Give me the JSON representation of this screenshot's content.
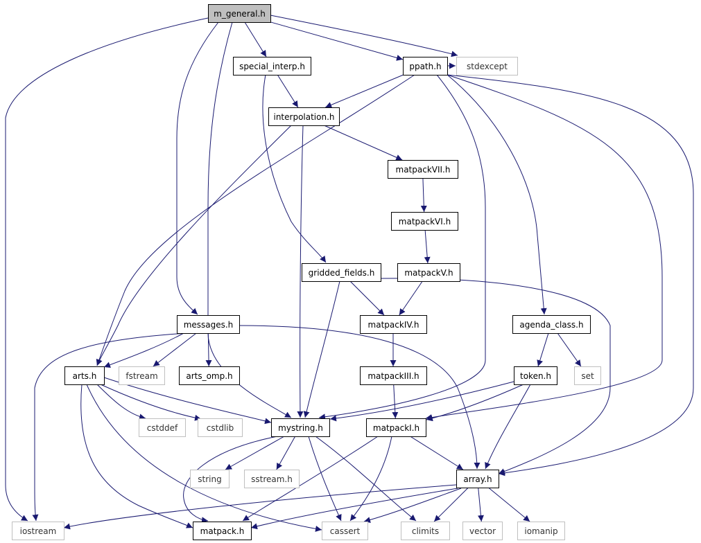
{
  "colors": {
    "edge": "#191970",
    "root_fill": "#bfbfbf",
    "local_stroke": "#000000",
    "system_stroke": "#bfbfbf",
    "local_text": "#000000",
    "system_text": "#333333"
  },
  "graph": {
    "nodes": [
      {
        "id": "m_general",
        "label": "m_general.h",
        "kind": "root"
      },
      {
        "id": "special_interp",
        "label": "special_interp.h",
        "kind": "local"
      },
      {
        "id": "ppath",
        "label": "ppath.h",
        "kind": "local"
      },
      {
        "id": "stdexcept",
        "label": "stdexcept",
        "kind": "system"
      },
      {
        "id": "interpolation",
        "label": "interpolation.h",
        "kind": "local"
      },
      {
        "id": "matpackVII",
        "label": "matpackVII.h",
        "kind": "local"
      },
      {
        "id": "matpackVI",
        "label": "matpackVI.h",
        "kind": "local"
      },
      {
        "id": "matpackV",
        "label": "matpackV.h",
        "kind": "local"
      },
      {
        "id": "gridded_fields",
        "label": "gridded_fields.h",
        "kind": "local"
      },
      {
        "id": "messages",
        "label": "messages.h",
        "kind": "local"
      },
      {
        "id": "matpackIV",
        "label": "matpackIV.h",
        "kind": "local"
      },
      {
        "id": "agenda_class",
        "label": "agenda_class.h",
        "kind": "local"
      },
      {
        "id": "arts",
        "label": "arts.h",
        "kind": "local"
      },
      {
        "id": "fstream",
        "label": "fstream",
        "kind": "system"
      },
      {
        "id": "arts_omp",
        "label": "arts_omp.h",
        "kind": "local"
      },
      {
        "id": "matpackIII",
        "label": "matpackIII.h",
        "kind": "local"
      },
      {
        "id": "token",
        "label": "token.h",
        "kind": "local"
      },
      {
        "id": "set",
        "label": "set",
        "kind": "system"
      },
      {
        "id": "cstddef",
        "label": "cstddef",
        "kind": "system"
      },
      {
        "id": "cstdlib",
        "label": "cstdlib",
        "kind": "system"
      },
      {
        "id": "mystring",
        "label": "mystring.h",
        "kind": "local"
      },
      {
        "id": "matpackI",
        "label": "matpackI.h",
        "kind": "local"
      },
      {
        "id": "string",
        "label": "string",
        "kind": "system"
      },
      {
        "id": "sstream",
        "label": "sstream.h",
        "kind": "system"
      },
      {
        "id": "array",
        "label": "array.h",
        "kind": "local"
      },
      {
        "id": "iostream",
        "label": "iostream",
        "kind": "system"
      },
      {
        "id": "matpack",
        "label": "matpack.h",
        "kind": "local"
      },
      {
        "id": "cassert",
        "label": "cassert",
        "kind": "system"
      },
      {
        "id": "climits",
        "label": "climits",
        "kind": "system"
      },
      {
        "id": "vector",
        "label": "vector",
        "kind": "system"
      },
      {
        "id": "iomanip",
        "label": "iomanip",
        "kind": "system"
      }
    ],
    "edges": [
      {
        "from": "m_general",
        "to": "special_interp"
      },
      {
        "from": "m_general",
        "to": "ppath"
      },
      {
        "from": "m_general",
        "to": "stdexcept"
      },
      {
        "from": "m_general",
        "to": "messages"
      },
      {
        "from": "m_general",
        "to": "mystring"
      },
      {
        "from": "m_general",
        "to": "iostream"
      },
      {
        "from": "special_interp",
        "to": "interpolation"
      },
      {
        "from": "special_interp",
        "to": "gridded_fields"
      },
      {
        "from": "ppath",
        "to": "interpolation"
      },
      {
        "from": "ppath",
        "to": "stdexcept"
      },
      {
        "from": "ppath",
        "to": "agenda_class"
      },
      {
        "from": "ppath",
        "to": "arts"
      },
      {
        "from": "ppath",
        "to": "mystring"
      },
      {
        "from": "ppath",
        "to": "matpackI"
      },
      {
        "from": "ppath",
        "to": "array"
      },
      {
        "from": "interpolation",
        "to": "matpackVII"
      },
      {
        "from": "interpolation",
        "to": "arts"
      },
      {
        "from": "interpolation",
        "to": "mystring"
      },
      {
        "from": "matpackVII",
        "to": "matpackVI"
      },
      {
        "from": "matpackVI",
        "to": "matpackV"
      },
      {
        "from": "matpackV",
        "to": "matpackIV"
      },
      {
        "from": "gridded_fields",
        "to": "matpackIV"
      },
      {
        "from": "gridded_fields",
        "to": "mystring"
      },
      {
        "from": "gridded_fields",
        "to": "array"
      },
      {
        "from": "matpackIV",
        "to": "matpackIII"
      },
      {
        "from": "matpackIII",
        "to": "matpackI"
      },
      {
        "from": "messages",
        "to": "arts"
      },
      {
        "from": "messages",
        "to": "fstream"
      },
      {
        "from": "messages",
        "to": "arts_omp"
      },
      {
        "from": "messages",
        "to": "iostream"
      },
      {
        "from": "messages",
        "to": "array"
      },
      {
        "from": "agenda_class",
        "to": "token"
      },
      {
        "from": "agenda_class",
        "to": "set"
      },
      {
        "from": "token",
        "to": "mystring"
      },
      {
        "from": "token",
        "to": "matpackI"
      },
      {
        "from": "token",
        "to": "array"
      },
      {
        "from": "arts",
        "to": "cstddef"
      },
      {
        "from": "arts",
        "to": "cstdlib"
      },
      {
        "from": "arts",
        "to": "mystring"
      },
      {
        "from": "arts",
        "to": "matpack"
      },
      {
        "from": "arts",
        "to": "cassert"
      },
      {
        "from": "mystring",
        "to": "string"
      },
      {
        "from": "mystring",
        "to": "sstream"
      },
      {
        "from": "mystring",
        "to": "matpack"
      },
      {
        "from": "mystring",
        "to": "cassert"
      },
      {
        "from": "mystring",
        "to": "climits"
      },
      {
        "from": "matpackI",
        "to": "array"
      },
      {
        "from": "matpackI",
        "to": "matpack"
      },
      {
        "from": "matpackI",
        "to": "cassert"
      },
      {
        "from": "array",
        "to": "iostream"
      },
      {
        "from": "array",
        "to": "matpack"
      },
      {
        "from": "array",
        "to": "cassert"
      },
      {
        "from": "array",
        "to": "climits"
      },
      {
        "from": "array",
        "to": "vector"
      },
      {
        "from": "array",
        "to": "iomanip"
      }
    ]
  }
}
